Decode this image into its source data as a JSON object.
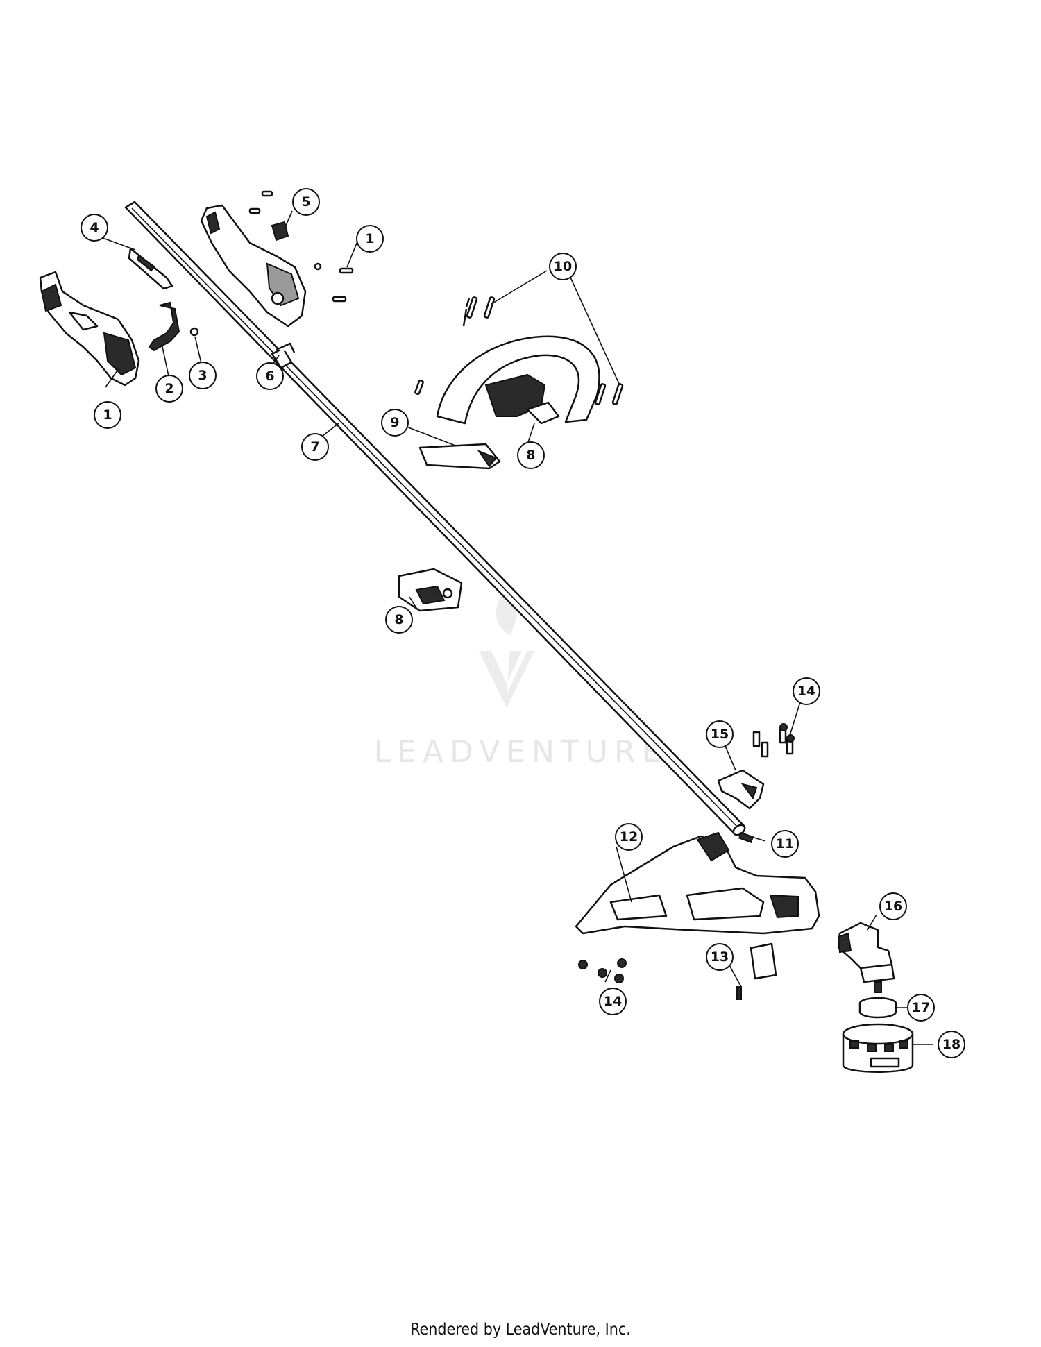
{
  "watermark": {
    "brand": "LEADVENTURE"
  },
  "footer": {
    "text": "Rendered by LeadVenture, Inc."
  },
  "callouts": [
    {
      "label": "1",
      "part": "handle-half-left"
    },
    {
      "label": "2",
      "part": "trigger"
    },
    {
      "label": "3",
      "part": "trigger-spring"
    },
    {
      "label": "4",
      "part": "lock-out-button"
    },
    {
      "label": "5",
      "part": "switch"
    },
    {
      "label": "1",
      "part": "handle-half-right"
    },
    {
      "label": "6",
      "part": "clamp"
    },
    {
      "label": "7",
      "part": "shaft-tube"
    },
    {
      "label": "10",
      "part": "screws"
    },
    {
      "label": "9",
      "part": "screw-and-insert"
    },
    {
      "label": "8",
      "part": "assist-handle"
    },
    {
      "label": "8",
      "part": "handle-clamp"
    },
    {
      "label": "14",
      "part": "screws-top"
    },
    {
      "label": "15",
      "part": "bracket"
    },
    {
      "label": "12",
      "part": "guard"
    },
    {
      "label": "11",
      "part": "drive-shaft"
    },
    {
      "label": "16",
      "part": "gearbox"
    },
    {
      "label": "13",
      "part": "line-cutter"
    },
    {
      "label": "14",
      "part": "nuts-bottom"
    },
    {
      "label": "17",
      "part": "spacer"
    },
    {
      "label": "18",
      "part": "trimmer-head"
    }
  ]
}
